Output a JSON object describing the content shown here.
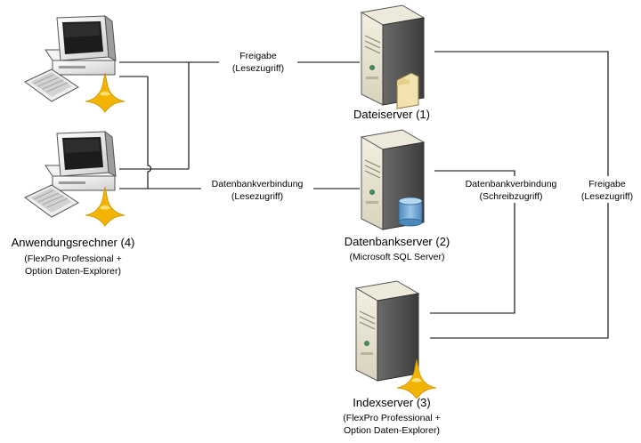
{
  "nodes": {
    "client": {
      "title": "Anwendungsrechner (4)",
      "sub1": "(FlexPro Professional +",
      "sub2": "Option Daten-Explorer)"
    },
    "fileserver": {
      "title": "Dateiserver (1)"
    },
    "dbserver": {
      "title": "Datenbankserver (2)",
      "sub1": "(Microsoft SQL Server)"
    },
    "indexserver": {
      "title": "Indexserver (3)",
      "sub1": "(FlexPro Professional +",
      "sub2": "Option Daten-Explorer)"
    }
  },
  "edges": {
    "share_read": {
      "line1": "Freigabe",
      "line2": "(Lesezugriff)"
    },
    "db_read": {
      "line1": "Datenbankverbindung",
      "line2": "(Lesezugriff)"
    },
    "db_write": {
      "line1": "Datenbankverbindung",
      "line2": "(Schreibzugriff)"
    },
    "share_index": {
      "line1": "Freigabe",
      "line2": "(Lesezugriff)"
    }
  },
  "colors": {
    "computer_body": "#e8e8e8",
    "screen": "#1c1c1c",
    "server_front": "#e6e2cf",
    "server_side": "#5a5a5a",
    "flexpro_logo": "#f2b400",
    "folder": "#f2e2b0",
    "database": "#6fa8d6"
  }
}
